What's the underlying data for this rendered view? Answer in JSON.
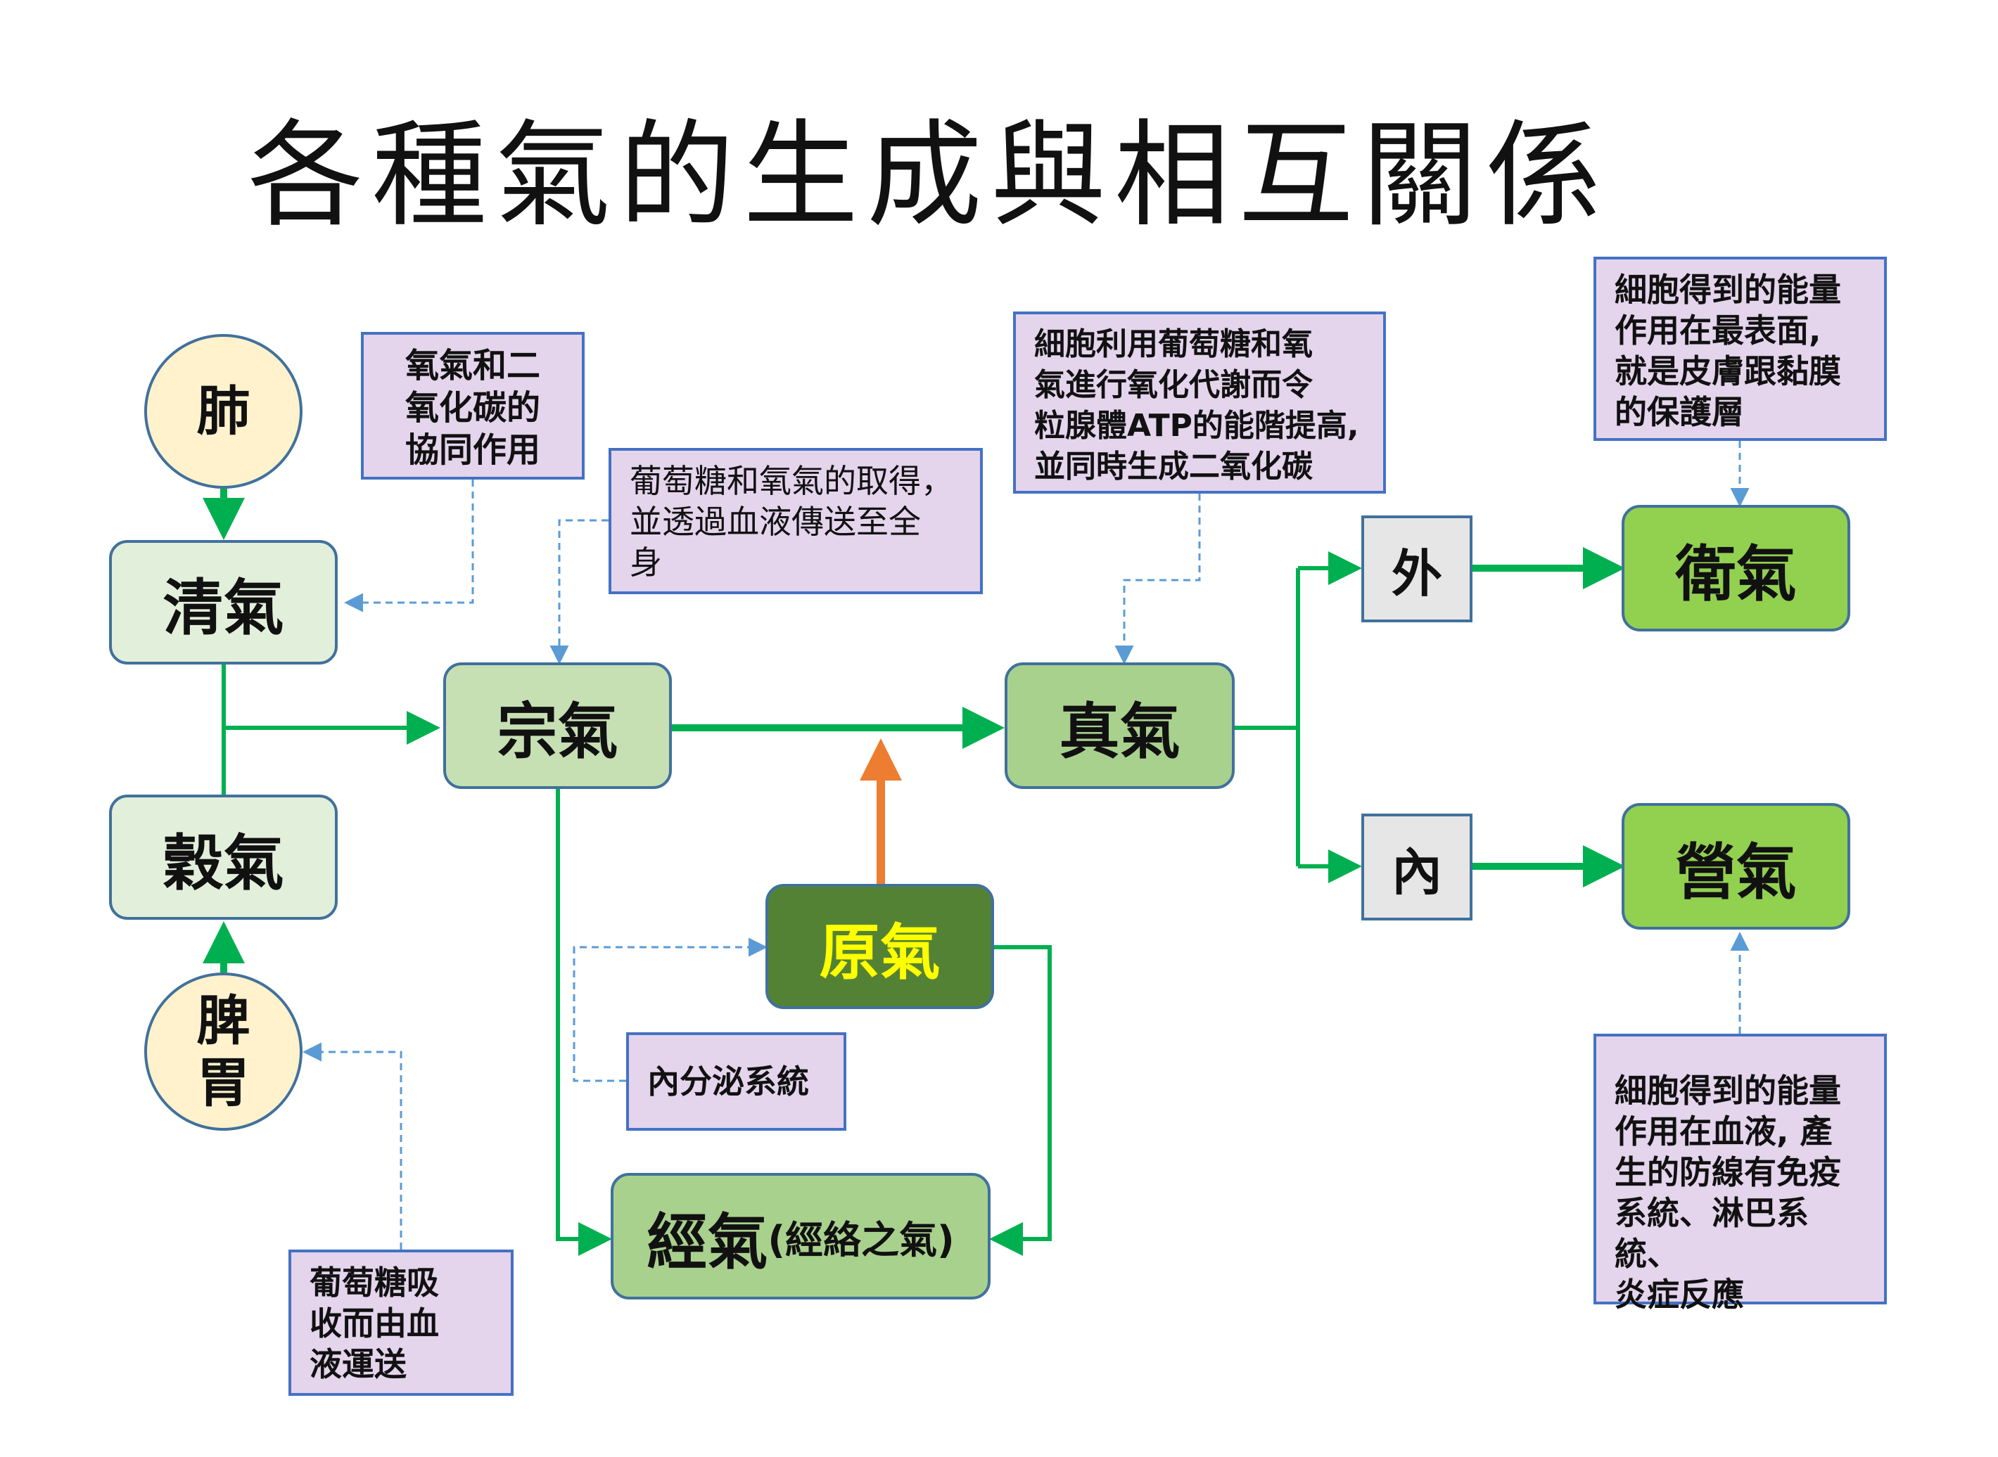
{
  "title": "各種氣的生成與相互關係",
  "nodes": {
    "fei": "肺",
    "piwei": "脾\n胃",
    "qingqi": "清氣",
    "guqi": "穀氣",
    "zongqi": "宗氣",
    "zhenqi": "真氣",
    "yuanqi": "原氣",
    "jingqi": "經氣",
    "jingqi_sub": "(經絡之氣)",
    "wai": "外",
    "nei": "內",
    "weiqi": "衛氣",
    "yingqi": "營氣"
  },
  "notes": {
    "oxygen": "氧氣和二\n氧化碳的\n協同作用",
    "glucose_oxygen": "葡萄糖和氧氣的取得，\n並透過血液傳送至全\n身",
    "cell_metabolism": "細胞利用葡萄糖和氧\n氣進行氧化代謝而令\n粒腺體ATP的能階提高,\n並同時生成二氧化碳",
    "surface": "細胞得到的能量\n作用在最表面,\n就是皮膚跟黏膜\n的保護層",
    "endocrine": "內分泌系統",
    "glucose_absorb": "葡萄糖吸\n收而由血\n液運送",
    "blood": "細胞得到的能量\n作用在血液, 產\n生的防線有免疫\n系統、淋巴系統、\n炎症反應"
  },
  "colors": {
    "flow_green": "#00b050",
    "orange": "#ed7d31",
    "dash_blue": "#5b9bd5",
    "border_blue": "#41719c",
    "note_fill": "#e4d4ec",
    "circle_fill": "#fff2cc",
    "yuanqi_text": "#ffff00"
  }
}
